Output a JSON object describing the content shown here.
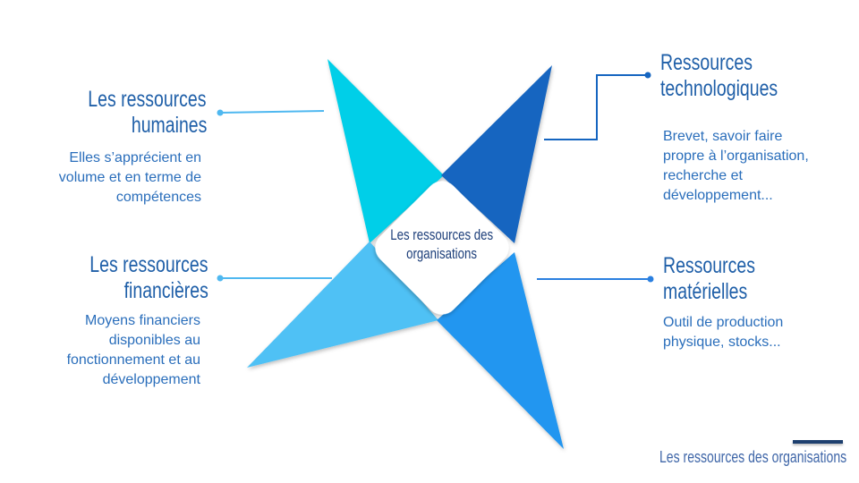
{
  "center": {
    "label_line1": "Les ressources des",
    "label_line2": "organisations"
  },
  "items": [
    {
      "title_line1": "Les ressources",
      "title_line2": "humaines",
      "desc_lines": [
        "Elles s’apprécient en",
        "volume et en terme de",
        "compétences"
      ]
    },
    {
      "title_line1": "Ressources",
      "title_line2": "technologiques",
      "desc_lines": [
        "Brevet, savoir faire",
        "propre à l’organisation,",
        "recherche et",
        "développement..."
      ]
    },
    {
      "title_line1": "Les ressources",
      "title_line2": "financières",
      "desc_lines": [
        "Moyens financiers",
        "disponibles au",
        "fonctionnement et au",
        "développement"
      ]
    },
    {
      "title_line1": "Ressources",
      "title_line2": "matérielles",
      "desc_lines": [
        "Outil de production",
        "physique, stocks..."
      ]
    }
  ],
  "footer": {
    "text": "Les ressources des organisations"
  },
  "colors": {
    "cyan": "#00cfe8",
    "dark_blue": "#1565c0",
    "light_blue": "#4fc1f5",
    "mid_blue": "#2196f0",
    "title": "#1f5fa8",
    "footer_bar": "#1d3f6e"
  }
}
